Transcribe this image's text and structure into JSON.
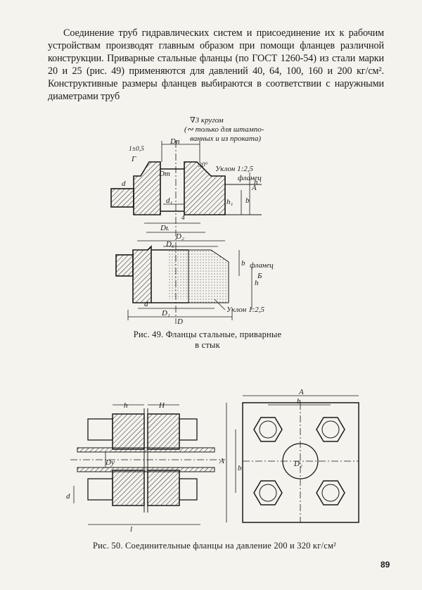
{
  "paragraph": "Соединение труб гидравлических систем и присоединение их к рабочим устройствам производят главным образом при помощи фланцев различной конструкции. Приварные стальные фланцы (по ГОСТ 1260-54) из стали марки 20 и 25 (рис. 49) применяются для давлений 40, 64, 100, 160 и 200 кг/см². Конструктивные размеры фланцев выбираются в соответствии с наружными диаметрами труб",
  "figure49": {
    "caption_line1": "Рис. 49. Фланцы стальные, приварные",
    "caption_line2": "в стык",
    "note_line1": "∇3 кругом",
    "note_line2": "(∾ только для штампо-",
    "note_line3": "ванных и из проката)",
    "labels": {
      "dn": "Dп",
      "t05": "1±0,5",
      "g": "Г",
      "dm": "Dт",
      "deg30": "30°",
      "slope1": "Уклон 1:2,5",
      "flangeA1": "фланец",
      "flangeA2": "А",
      "d_small": "d",
      "d1": "d₁",
      "h1": "h",
      "h2": "h₁",
      "b": "b",
      "four": "4",
      "dl": "Dʟ",
      "d2": "D₂",
      "d6": "D₆",
      "flangeB1": "фланец",
      "flangeB2": "Б",
      "b2": "b",
      "h3": "h",
      "d_b": "d",
      "D1": "D₁",
      "D": "D",
      "slope2": "Уклон 1:2,5"
    }
  },
  "figure50": {
    "caption": "Рис. 50. Соединительные фланцы на давление 200 и 320 кг/см²",
    "labels": {
      "h": "h",
      "H": "H",
      "du": "Dy",
      "d": "d",
      "l": "l",
      "A_top": "A",
      "b_top": "b",
      "A_side": "A",
      "b_side": "b",
      "d2": "D₂"
    }
  },
  "page_number": "89"
}
